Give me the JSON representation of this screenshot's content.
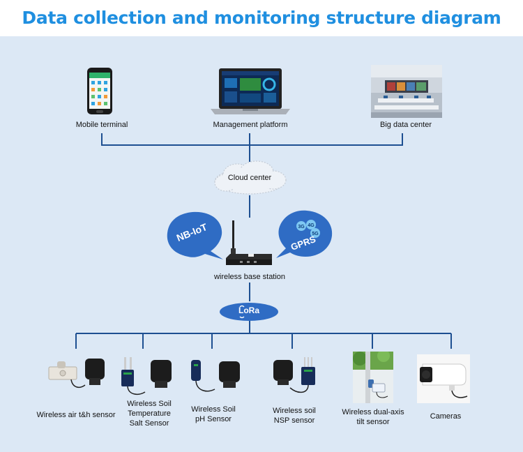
{
  "title": "Data collection and monitoring structure diagram",
  "top_nodes": [
    {
      "name": "mobile-terminal",
      "label": "Mobile terminal"
    },
    {
      "name": "management-platform",
      "label": "Management platform"
    },
    {
      "name": "big-data-center",
      "label": "Big data center"
    }
  ],
  "cloud": {
    "label": "Cloud center"
  },
  "base_station": {
    "label": "wireless base station"
  },
  "bubbles": {
    "left": "NB-IoT",
    "right": "GPRS",
    "right_badges": [
      "3G",
      "4G",
      "5G"
    ]
  },
  "lora": {
    "label": "LoRa"
  },
  "sensors": [
    {
      "name": "air-th-sensor",
      "label": "Wireless air t&h  sensor"
    },
    {
      "name": "soil-temp-salt-sensor",
      "label": "Wireless Soil Temperature Salt Sensor",
      "lines": [
        "Wireless Soil",
        "Temperature",
        "Salt Sensor"
      ]
    },
    {
      "name": "soil-ph-sensor",
      "label": "Wireless Soil pH Sensor",
      "lines": [
        "Wireless Soil",
        "pH Sensor"
      ]
    },
    {
      "name": "soil-nsp-sensor",
      "label": "Wireless soil NSP sensor",
      "lines": [
        "Wireless soil",
        "NSP sensor"
      ]
    },
    {
      "name": "tilt-sensor",
      "label": "Wireless dual-axis tilt sensor",
      "lines": [
        "Wireless dual-axis",
        "tilt sensor"
      ]
    },
    {
      "name": "cameras",
      "label": "Cameras"
    }
  ],
  "colors": {
    "title": "#1f8fe0",
    "panel": "#dce8f5",
    "connector": "#1d4f91",
    "bubble": "#2f6cc4",
    "cloud": "#eef2f7"
  }
}
